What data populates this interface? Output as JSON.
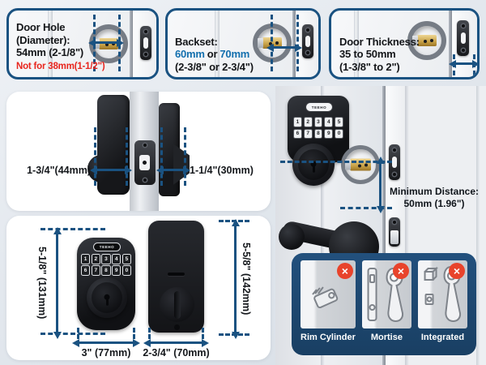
{
  "brand": "TEEHO",
  "colors": {
    "accent_blue": "#1a5281",
    "text_blue": "#136fae",
    "warning_red": "#e8251d",
    "panel_navy": "#1d4a73",
    "badge_red": "#e8432b"
  },
  "icons": {
    "prohibited_x": "×"
  },
  "top_specs": [
    {
      "line1": "Door Hole",
      "line2": "(Diameter):",
      "line3": "54mm (2-1/8\")",
      "warning": "Not for 38mm(1-1/2\")"
    },
    {
      "line1": "Backset:",
      "value1": "60mm",
      "conjunction": "or",
      "value2": "70mm",
      "line3": "(2-3/8\" or 2-3/4\")"
    },
    {
      "line1": "Door Thickness:",
      "line2": "35 to 50mm",
      "line3": "(1-3/8\" to 2\")"
    }
  ],
  "side_view": {
    "left_dim": "1-3/4\"(44mm)",
    "right_dim": "1-1/4\"(30mm)"
  },
  "front_view": {
    "exterior_height": "5-1/8\" (131mm)",
    "exterior_width": "3\" (77mm)",
    "interior_height": "5-5/8\" (142mm)",
    "interior_width": "2-3/4\" (70mm)"
  },
  "keypad": {
    "row1": [
      "1",
      "2",
      "3",
      "4",
      "5"
    ],
    "row2": [
      "6",
      "7",
      "8",
      "9",
      "0"
    ]
  },
  "door_view": {
    "min_distance_line1": "Minimum Distance:",
    "min_distance_line2": "50mm (1.96\")"
  },
  "prohibited": [
    {
      "label": "Rim Cylinder"
    },
    {
      "label": "Mortise"
    },
    {
      "label": "Integrated"
    }
  ]
}
